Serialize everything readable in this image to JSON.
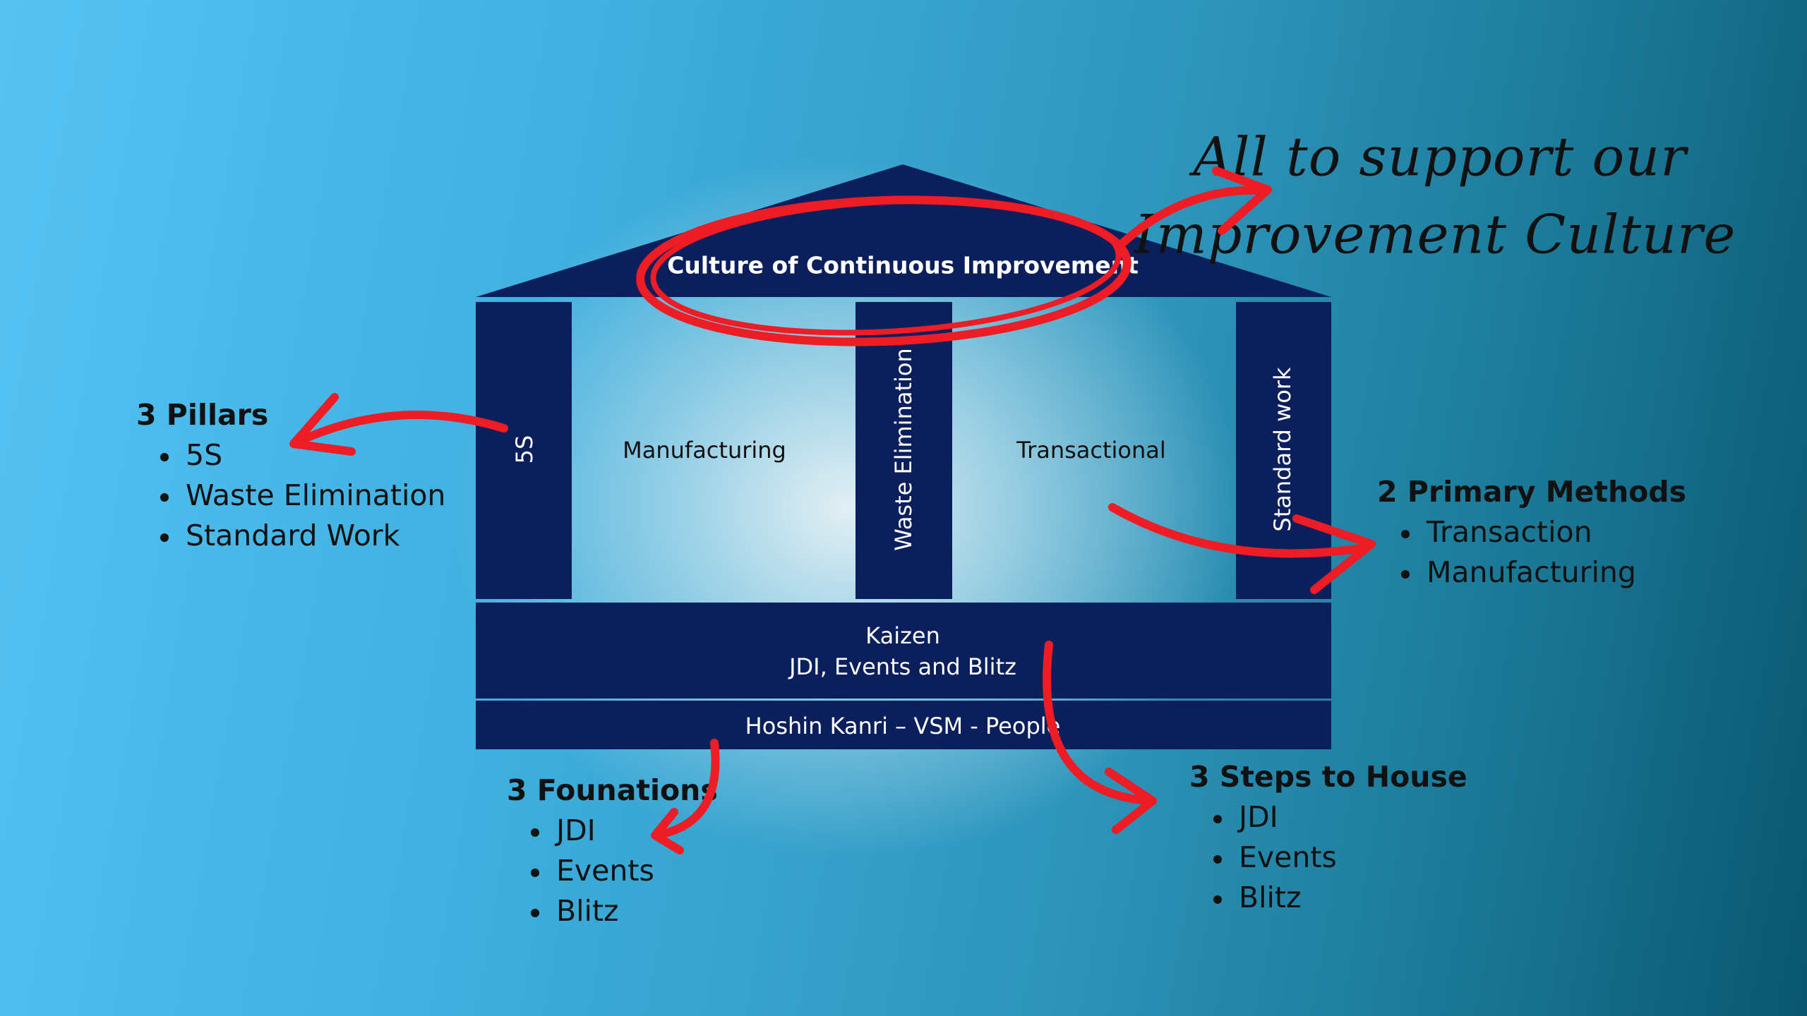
{
  "house": {
    "roof": "Culture of Continuous Improvement",
    "pillars": [
      "5S",
      "Waste Elimination",
      "Standard work"
    ],
    "spaces": [
      "Manufacturing",
      "Transactional"
    ],
    "kaizen_line1": "Kaizen",
    "kaizen_line2": "JDI, Events and Blitz",
    "foundation": "Hoshin Kanri – VSM - People"
  },
  "annotation": {
    "line1": "All to support our",
    "line2": "Improvement Culture"
  },
  "pillars_list": {
    "title": "3 Pillars",
    "items": [
      "5S",
      "Waste Elimination",
      "Standard Work"
    ]
  },
  "methods_list": {
    "title": "2 Primary Methods",
    "items": [
      "Transaction",
      "Manufacturing"
    ]
  },
  "foundations_list": {
    "title": "3 Founations",
    "items": [
      "JDI",
      "Events",
      "Blitz"
    ]
  },
  "steps_list": {
    "title": "3 Steps to House",
    "items": [
      "JDI",
      "Events",
      "Blitz"
    ]
  },
  "colors": {
    "navy": "#0b1f5c",
    "red": "#ee1c24"
  }
}
